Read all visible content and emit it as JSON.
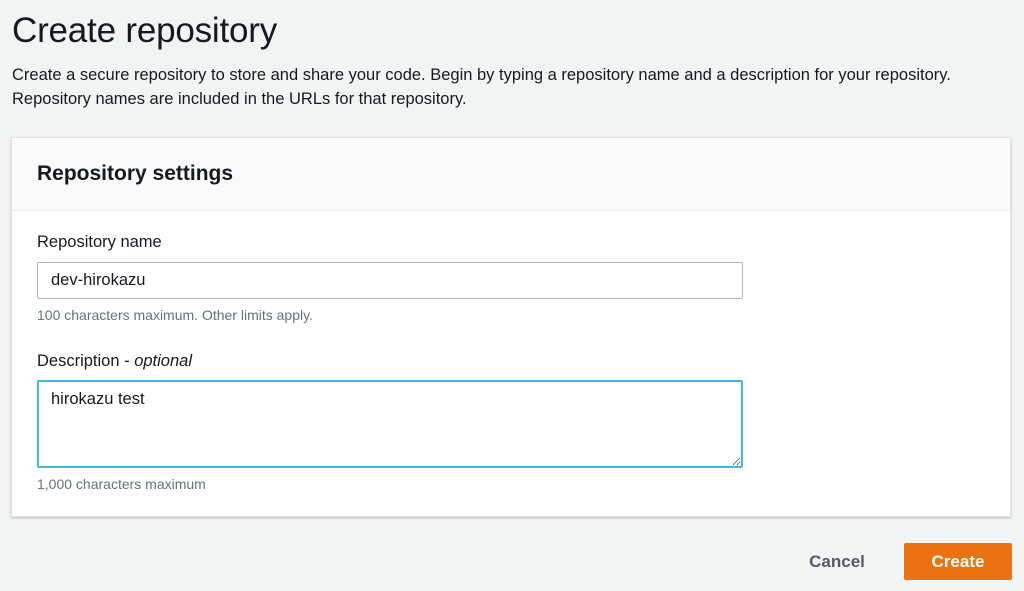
{
  "page": {
    "title": "Create repository",
    "description": "Create a secure repository to store and share your code. Begin by typing a repository name and a description for your repository. Repository names are included in the URLs for that repository."
  },
  "settings": {
    "title": "Repository settings",
    "name": {
      "label": "Repository name",
      "value": "dev-hirokazu",
      "hint": "100 characters maximum. Other limits apply."
    },
    "description": {
      "label": "Description - ",
      "label_optional": "optional",
      "value": "hirokazu test",
      "hint": "1,000 characters maximum"
    }
  },
  "actions": {
    "cancel_label": "Cancel",
    "create_label": "Create"
  },
  "colors": {
    "primary_button": "#ec7211",
    "focus_border": "#44b9d6",
    "background": "#f2f3f3"
  }
}
